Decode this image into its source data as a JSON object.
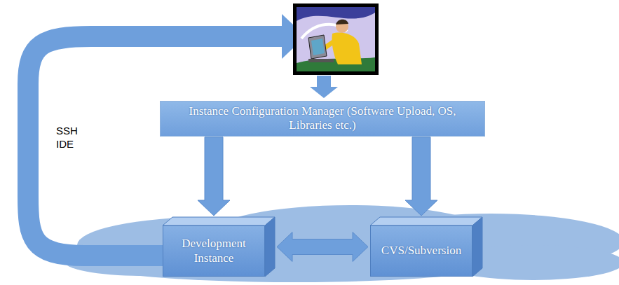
{
  "diagram": {
    "nodes": [
      {
        "text": [
          "Instance Configuration Manager (Software Upload, OS, Libraries etc.)"
        ]
      },
      {
        "text": [
          "Development Instance"
        ]
      },
      {
        "text": [
          "CVS/Subversion"
        ]
      }
    ],
    "edges": [
      {
        "from": 0,
        "to": 1,
        "arrow": "to"
      },
      {
        "from": 0,
        "to": 2,
        "arrow": "to"
      },
      {
        "from": 1,
        "to": 2,
        "arrow": "both"
      }
    ],
    "labels": [
      "SSH IDE"
    ]
  }
}
